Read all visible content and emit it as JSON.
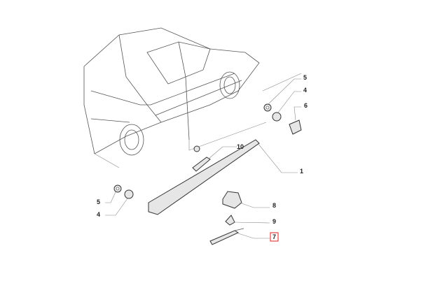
{
  "diagram": {
    "callouts": [
      {
        "id": "c5a",
        "label": "5"
      },
      {
        "id": "c4a",
        "label": "4"
      },
      {
        "id": "c6",
        "label": "6"
      },
      {
        "id": "c10",
        "label": "10"
      },
      {
        "id": "c1",
        "label": "1"
      },
      {
        "id": "c5b",
        "label": "5"
      },
      {
        "id": "c4b",
        "label": "4"
      },
      {
        "id": "c8",
        "label": "8"
      },
      {
        "id": "c9",
        "label": "9"
      },
      {
        "id": "c7",
        "label": "7",
        "highlighted": true
      }
    ],
    "highlight_color": "#dd2222"
  }
}
